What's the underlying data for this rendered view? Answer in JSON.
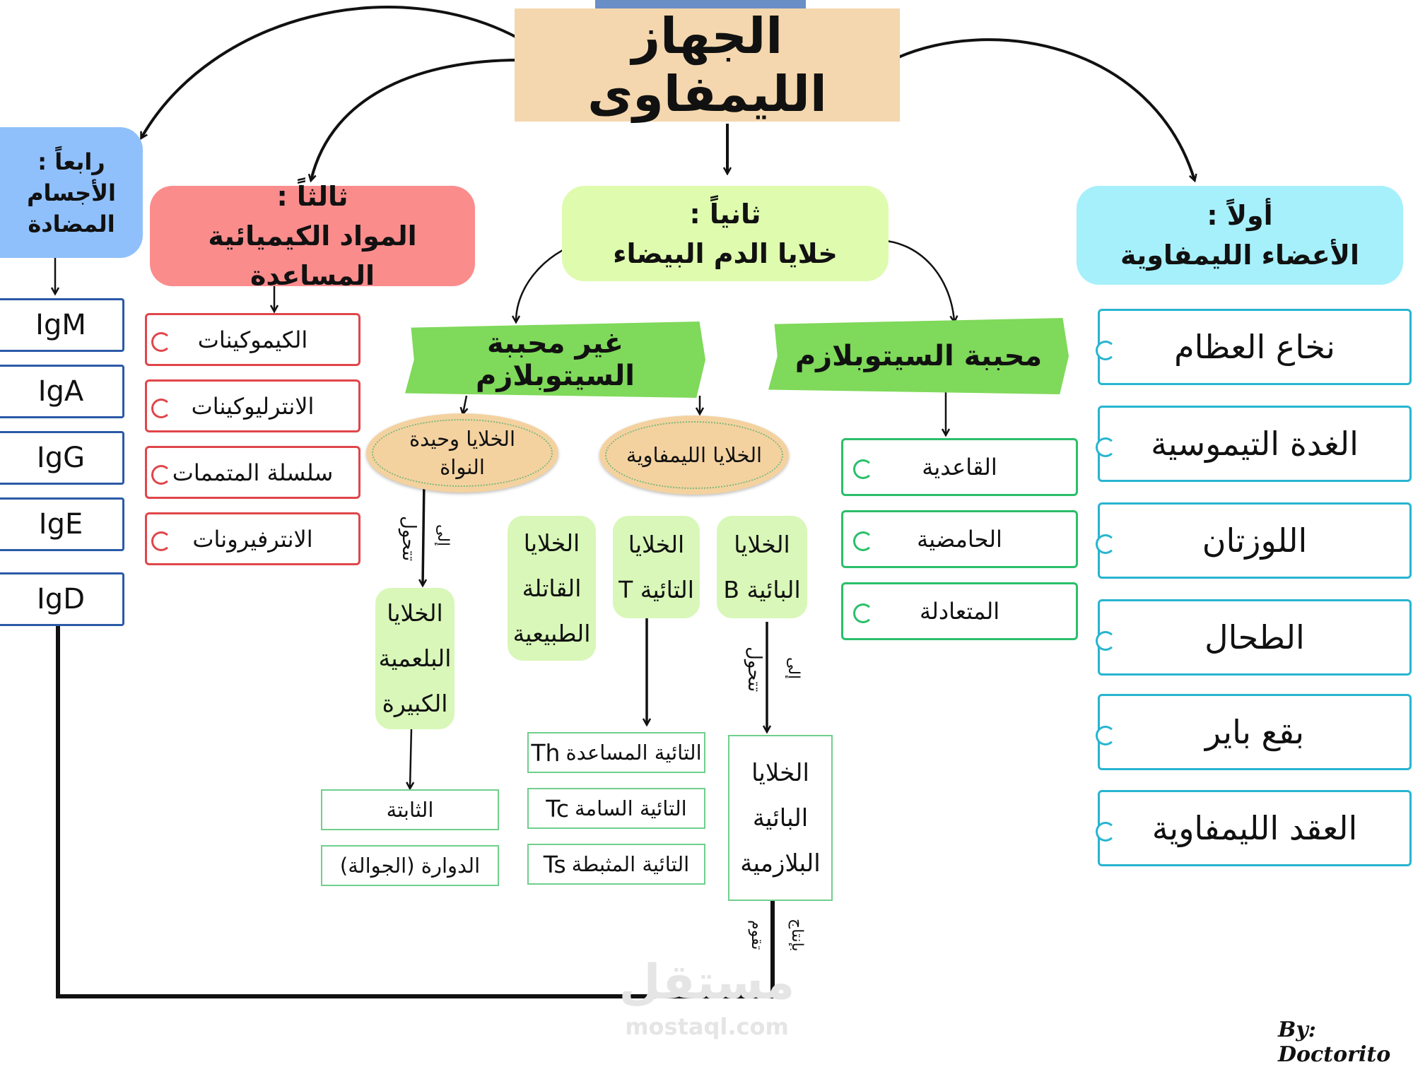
{
  "title": "الجهاز الليمفاوى",
  "colors": {
    "title_bg": "#f4d7ae",
    "tape": "#6a8fc7",
    "first": "#a6f0fb",
    "second": "#dffbae",
    "third": "#fb8c8c",
    "fourth": "#8fc0fb",
    "ribbon": "#7fd95a",
    "cyan": "#27b5d0",
    "green": "#2bbf6a",
    "red": "#e0464b",
    "blue": "#2b5aa8"
  },
  "first": {
    "heading": "أولاً :",
    "subtitle": "الأعضاء الليمفاوية",
    "items": [
      "نخاع العظام",
      "الغدة التيموسية",
      "اللوزتان",
      "الطحال",
      "بقع باير",
      "العقد الليمفاوية"
    ]
  },
  "second": {
    "heading": "ثانياً :",
    "subtitle": "خلايا الدم البيضاء"
  },
  "third": {
    "heading": "ثالثاً :",
    "subtitle": "المواد الكيميائية المساعدة",
    "items": [
      "الكيموكينات",
      "الانترليوكينات",
      "سلسلة المتممات",
      "الانترفيرونات"
    ]
  },
  "fourth": {
    "heading": "رابعاً :",
    "line1": "الأجسام",
    "line2": "المضادة",
    "items": [
      "IgM",
      "IgA",
      "IgG",
      "IgE",
      "IgD"
    ]
  },
  "granular": {
    "label": "محببة السيتوبلازم",
    "items": [
      "القاعدية",
      "الحامضية",
      "المتعادلة"
    ]
  },
  "agranular": {
    "label": "غير محببة السيتوبلازم"
  },
  "mono": {
    "line1": "الخلايا وحيدة",
    "line2": "النواة",
    "transform": "تتحول",
    "to": "إلى",
    "macro": [
      "الخلايا",
      "البلعمية",
      "الكبيرة"
    ],
    "types": [
      "الثابتة",
      "الدوارة (الجوالة)"
    ]
  },
  "lympho": {
    "label": "الخلايا الليمفاوية"
  },
  "nk": {
    "lines": [
      "الخلايا",
      "القاتلة",
      "الطبيعية"
    ]
  },
  "tcell": {
    "lines": [
      "الخلايا",
      "التائية T"
    ],
    "subs": [
      {
        "ar": "التائية المساعدة",
        "code": "Th"
      },
      {
        "ar": "التائية السامة",
        "code": "Tc"
      },
      {
        "ar": "التائية المثبطة",
        "code": "Ts"
      }
    ]
  },
  "bcell": {
    "lines": [
      "الخلايا",
      "البائية B"
    ],
    "transform": "تتحول",
    "to": "إلى",
    "plasma": [
      "الخلايا",
      "البائية",
      "البلازمية"
    ],
    "produce1": "تقوم",
    "produce2": "بإنتاج"
  },
  "watermark": {
    "brand": "مستقل",
    "url": "mostaql.com"
  },
  "signature": "By: Doctorito"
}
